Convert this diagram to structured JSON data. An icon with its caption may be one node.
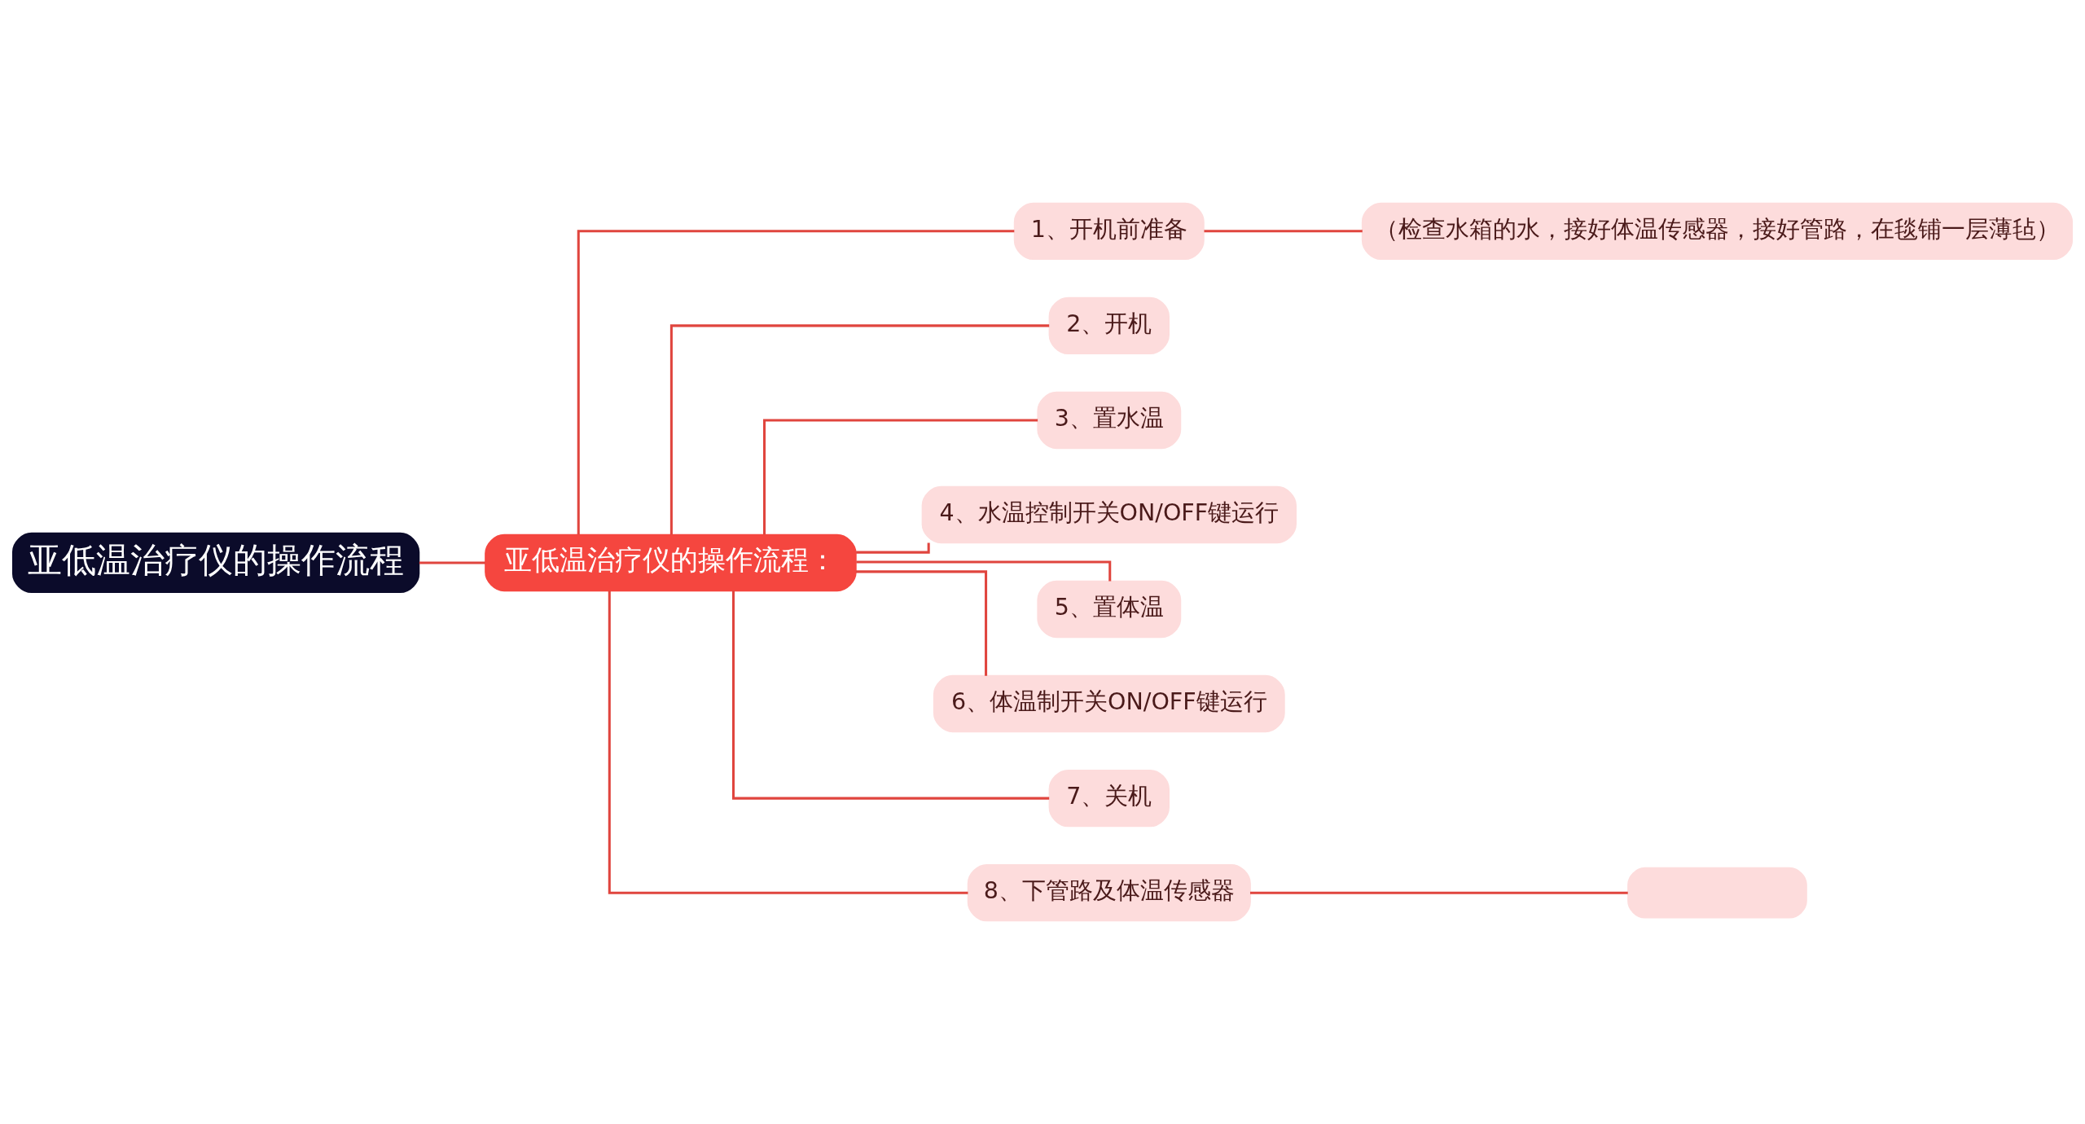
{
  "diagram": {
    "nodes": [
      {
        "text": [
          "亚低温治疗仪的操作流程"
        ]
      },
      {
        "text": [
          "亚低温治疗仪的操作流程："
        ]
      },
      {
        "text": [
          "1、开机前准备"
        ]
      },
      {
        "text": [
          "2、开机"
        ]
      },
      {
        "text": [
          "3、置水温"
        ]
      },
      {
        "text": [
          "4、水温控制开关ON/OFF键运行"
        ]
      },
      {
        "text": [
          "5、置体温"
        ]
      },
      {
        "text": [
          "6、体温制开关ON/OFF键运行"
        ]
      },
      {
        "text": [
          "7、关机"
        ]
      },
      {
        "text": [
          "8、下管路及体温传感器"
        ]
      },
      {
        "text": [
          "（检查水箱的水，接好体温传感器，接好管路，在毯铺一层薄毡）"
        ]
      },
      {
        "text": [],
        "shape": "box"
      }
    ],
    "edges": [
      {
        "from": 0,
        "to": 1,
        "arrow": "none"
      },
      {
        "from": 1,
        "to": 2,
        "arrow": "none"
      },
      {
        "from": 1,
        "to": 3,
        "arrow": "none"
      },
      {
        "from": 1,
        "to": 4,
        "arrow": "none"
      },
      {
        "from": 1,
        "to": 5,
        "arrow": "none"
      },
      {
        "from": 1,
        "to": 6,
        "arrow": "none"
      },
      {
        "from": 1,
        "to": 7,
        "arrow": "none"
      },
      {
        "from": 1,
        "to": 8,
        "arrow": "none"
      },
      {
        "from": 1,
        "to": 9,
        "arrow": "none"
      },
      {
        "from": 2,
        "to": 10,
        "arrow": "none"
      },
      {
        "from": 9,
        "to": 11,
        "arrow": "none"
      }
    ]
  }
}
